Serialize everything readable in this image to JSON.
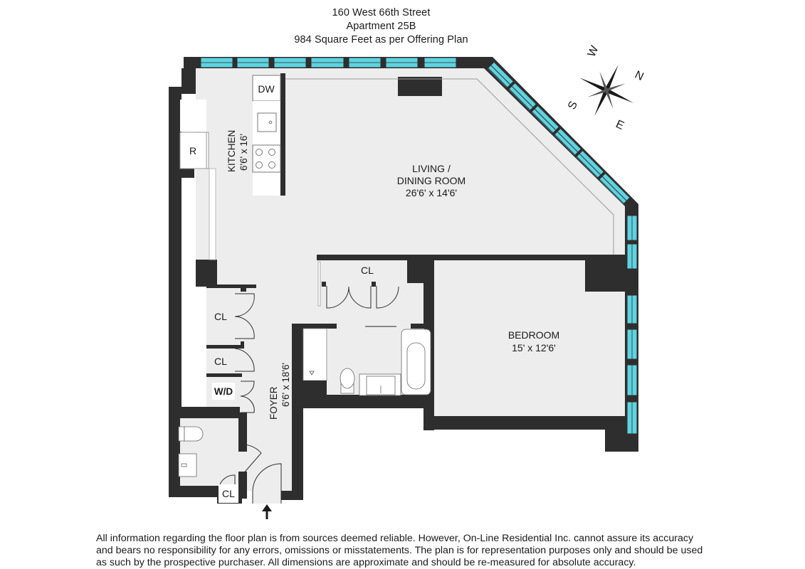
{
  "header": {
    "address": "160 West 66th Street",
    "unit": "Apartment 25B",
    "area": "984 Square Feet as per Offering Plan"
  },
  "compass": {
    "n": "N",
    "s": "S",
    "e": "E",
    "w": "W"
  },
  "rooms": {
    "kitchen": {
      "name": "KITCHEN",
      "size": "6'6' x 16'"
    },
    "living": {
      "name_line1": "LIVING /",
      "name_line2": "DINING ROOM",
      "size": "26'6' x 14'6'"
    },
    "bedroom": {
      "name": "BEDROOM",
      "size": "15' x 12'6'"
    },
    "foyer": {
      "name": "FOYER",
      "size": "6'6' x 18'6'"
    }
  },
  "fixtures": {
    "dishwasher": "DW",
    "refrigerator": "R",
    "closet_living": "CL",
    "closet_foyer_1": "CL",
    "closet_foyer_2": "CL",
    "washer_dryer": "W/D",
    "closet_entry": "CL"
  },
  "colors": {
    "wall": "#2e2e2e",
    "floor": "#ededed",
    "window": "#5fd3e0",
    "background": "#ffffff"
  },
  "disclaimer": {
    "line1": "All information regarding the floor plan is from sources deemed reliable. However, On-Line Residential Inc. cannot assure its accuracy",
    "line2": "and bears no responsibility for any errors, omissions or misstatements. The plan is for representation purposes only and should be used",
    "line3": "as such by the prospective purchaser. All dimensions are approximate and should be re-measured for absolute accuracy."
  }
}
